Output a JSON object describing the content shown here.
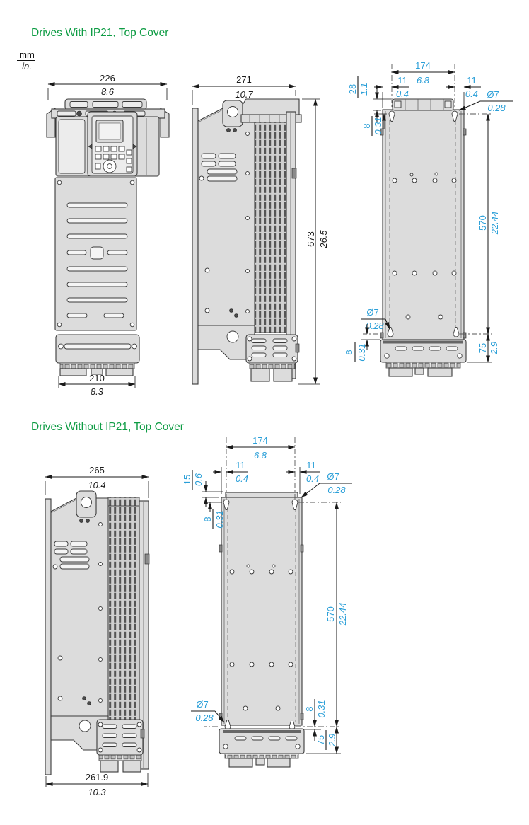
{
  "page": {
    "unit_mm": "mm",
    "unit_in": "in."
  },
  "colors": {
    "title_green": "#0e9c44",
    "dim_blue": "#2a9fd8",
    "line_black": "#1a1a1a"
  },
  "s1": {
    "title": "Drives With IP21, Top Cover",
    "front_width_mm": "226",
    "front_width_in": "8.6",
    "base_width_mm": "210",
    "base_width_in": "8.3",
    "depth_mm": "271",
    "depth_in": "10.7",
    "height_mm": "673",
    "height_in": "26.5",
    "mount_w_mm": "174",
    "mount_w_in": "6.8",
    "off_l_mm": "11",
    "off_l_in": "0.4",
    "off_r_mm": "11",
    "off_r_in": "0.4",
    "cover_mm": "28",
    "cover_in": "1.1",
    "slot_t_mm": "8",
    "slot_t_in": "0.31",
    "hole_t_mm": "Ø7",
    "hole_t_in": "0.28",
    "mount_h_mm": "570",
    "mount_h_in": "22.44",
    "hole_b_mm": "Ø7",
    "hole_b_in": "0.28",
    "slot_b_mm": "8",
    "slot_b_in": "0.31",
    "base_h_mm": "75",
    "base_h_in": "2.9"
  },
  "s2": {
    "title": "Drives Without IP21, Top Cover",
    "depth_mm": "265",
    "depth_in": "10.4",
    "base_depth_mm": "261.9",
    "base_depth_in": "10.3",
    "mount_w_mm": "174",
    "mount_w_in": "6.8",
    "off_l_mm": "11",
    "off_l_in": "0.4",
    "off_r_mm": "11",
    "off_r_in": "0.4",
    "edge_mm": "15",
    "edge_in": "0.6",
    "slot_t_mm": "8",
    "slot_t_in": "0.31",
    "hole_t_mm": "Ø7",
    "hole_t_in": "0.28",
    "mount_h_mm": "570",
    "mount_h_in": "22.44",
    "hole_b_mm": "Ø7",
    "hole_b_in": "0.28",
    "slot_b_mm": "8",
    "slot_b_in": "0.31",
    "base_h_mm": "75",
    "base_h_in": "2.9"
  }
}
